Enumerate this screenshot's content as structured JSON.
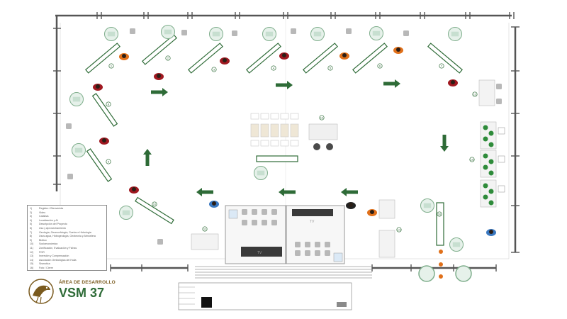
{
  "legend": {
    "items": [
      {
        "n": "1)",
        "t": "Registro / Bienvenida"
      },
      {
        "n": "2)",
        "t": "Video"
      },
      {
        "n": "3)",
        "t": "Catálisis"
      },
      {
        "n": "4)",
        "t": "Localización y AI"
      },
      {
        "n": "5)",
        "t": "Descripción del Proyecto"
      },
      {
        "n": "6)",
        "t": "Uso y Aprovechamiento"
      },
      {
        "n": "7)",
        "t": "Geología, Geomorfología, Suelos e Hidrología"
      },
      {
        "n": "8)",
        "t": "Usos agua, Hidrogeología, Geotecnia y Atmosfera"
      },
      {
        "n": "9)",
        "t": "Biótico"
      },
      {
        "n": "10)",
        "t": "Socioeconómico"
      },
      {
        "n": "11)",
        "t": "Zonificación, Evaluación y Fichas"
      },
      {
        "n": "12)",
        "t": "PGR"
      },
      {
        "n": "13)",
        "t": "Inversión y Compensación"
      },
      {
        "n": "14)",
        "t": "Asociación Ornitológica del Huila"
      },
      {
        "n": "15)",
        "t": "Sismotica"
      },
      {
        "n": "16)",
        "t": "Foto / Cierre"
      }
    ]
  },
  "brand": {
    "subtitle": "ÁREA DE DESARROLLO",
    "title": "VSM 37"
  },
  "screens": {
    "tv_left": "TV",
    "tv_right": "TV"
  },
  "stations": [
    "1",
    "2",
    "3",
    "4",
    "5",
    "6",
    "7",
    "8",
    "9",
    "10",
    "11",
    "12",
    "13",
    "14",
    "15",
    "16"
  ],
  "colors": {
    "wall": "#555555",
    "table": "#2e6b37",
    "chair": "#b8b8b8",
    "person_a": "#a01820",
    "person_b": "#e0701a",
    "arrow": "#2e6b37",
    "brand_gold": "#7a5a1e",
    "brand_green": "#2e6b37"
  }
}
